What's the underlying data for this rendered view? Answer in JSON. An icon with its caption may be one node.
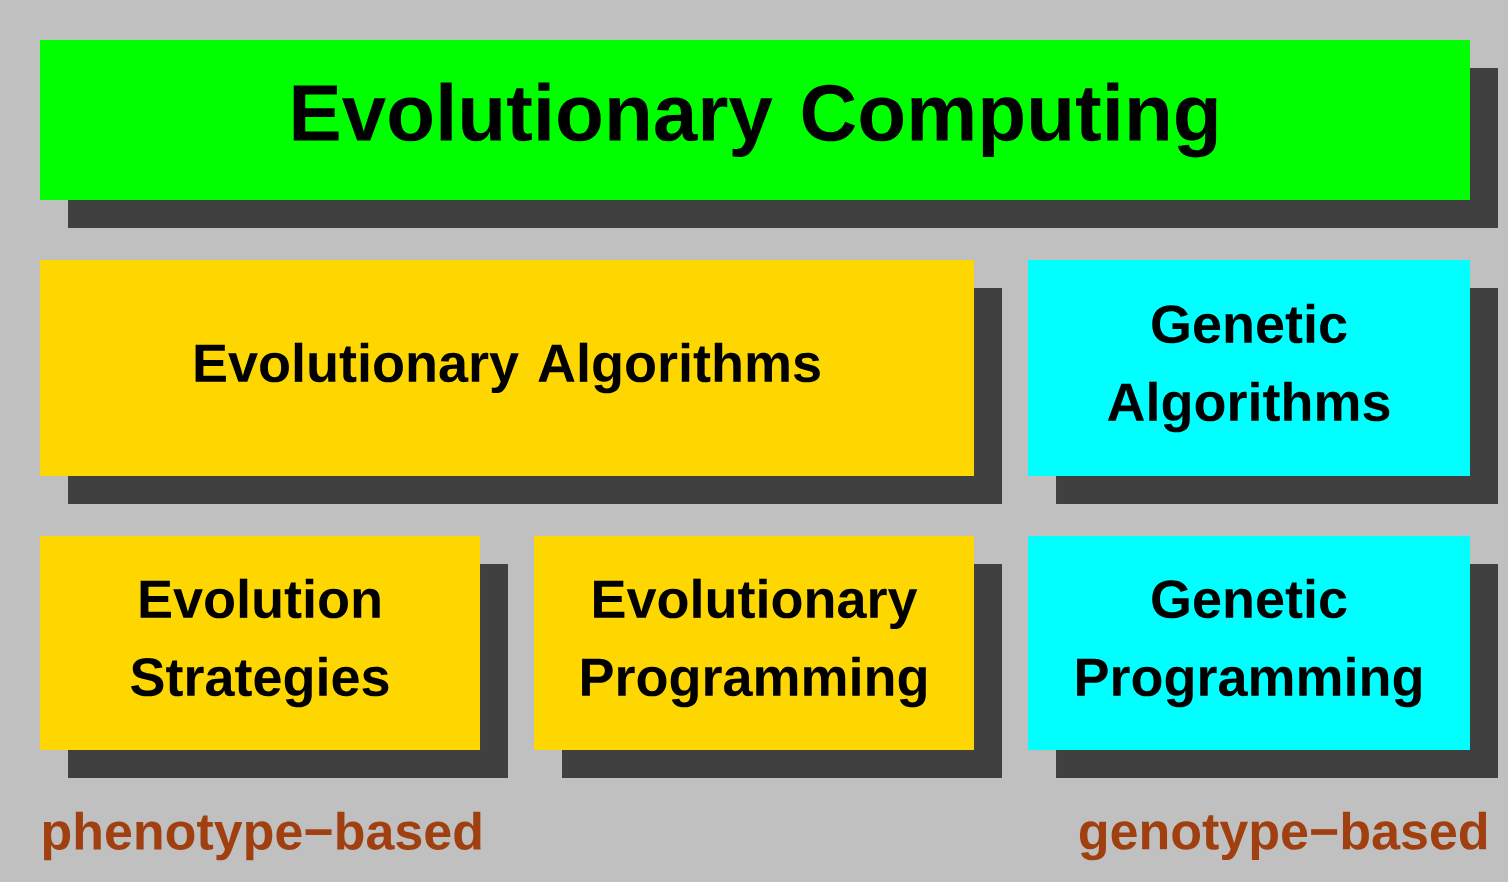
{
  "diagram": {
    "nodes": [
      {
        "text": [
          "Evolutionary Computing"
        ]
      },
      {
        "text": [
          "Evolutionary Algorithms"
        ]
      },
      {
        "text": [
          "Genetic Algorithms"
        ]
      },
      {
        "text": [
          "Evolution Strategies"
        ]
      },
      {
        "text": [
          "Evolutionary Programming"
        ]
      },
      {
        "text": [
          "Genetic Programming"
        ]
      }
    ],
    "labels": [
      "phenotype−based",
      "genotype−based"
    ]
  }
}
